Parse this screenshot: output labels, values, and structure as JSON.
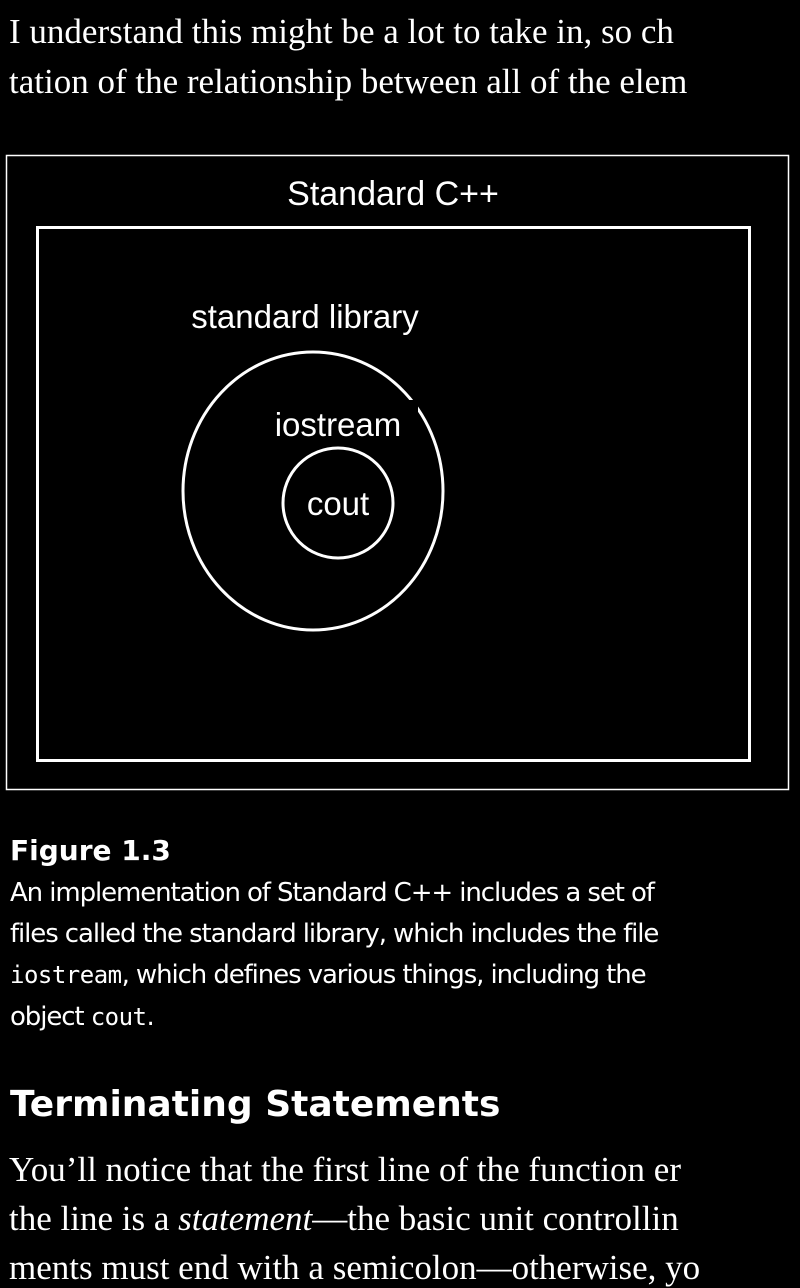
{
  "top_paragraph": {
    "line1": "I understand this might be a lot to take in, so ch",
    "line2": "tation of the relationship between all of the elem"
  },
  "diagram": {
    "outer_label": "Standard C++",
    "library_label": "standard library",
    "iostream_label": "iostream",
    "cout_label": "cout"
  },
  "caption": {
    "title": "Figure 1.3",
    "line1": "An implementation of Standard C++ includes a set of",
    "line2": "files called the standard library, which includes the file",
    "line3_code": "iostream",
    "line3_rest": ", which defines various things, including the",
    "line4_pre": "object ",
    "line4_code": "cout",
    "line4_post": "."
  },
  "section_heading": "Terminating Statements",
  "body_paragraph": {
    "line1": "You’ll notice that the first line of the function er",
    "line2_pre": "the line is a ",
    "line2_em": "statement",
    "line2_post": "—the basic unit controllin",
    "line3": "ments must end with a semicolon—otherwise, yo"
  }
}
